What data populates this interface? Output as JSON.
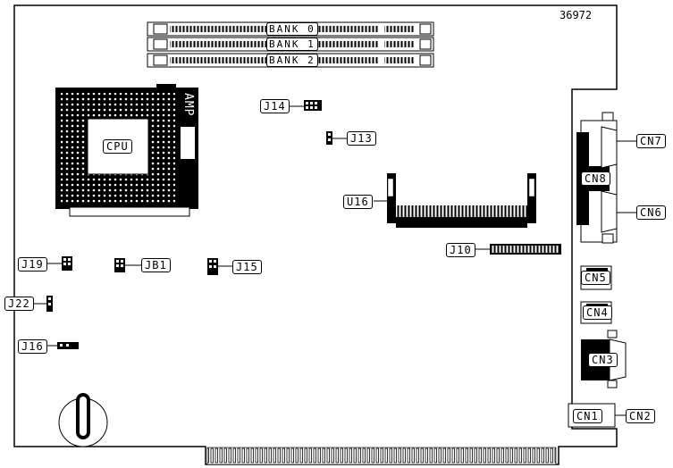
{
  "figure_id": "36972",
  "memory_banks": [
    "BANK 0",
    "BANK 1",
    "BANK 2"
  ],
  "cpu_label": "CPU",
  "socket_brand": "AMP",
  "labels": {
    "j14": "J14",
    "j13": "J13",
    "u16": "U16",
    "j10": "J10",
    "j19": "J19",
    "jb1": "JB1",
    "j15": "J15",
    "j22": "J22",
    "j16": "J16",
    "cn7": "CN7",
    "cn8": "CN8",
    "cn6": "CN6",
    "cn5": "CN5",
    "cn4": "CN4",
    "cn3": "CN3",
    "cn1": "CN1",
    "cn2": "CN2"
  }
}
